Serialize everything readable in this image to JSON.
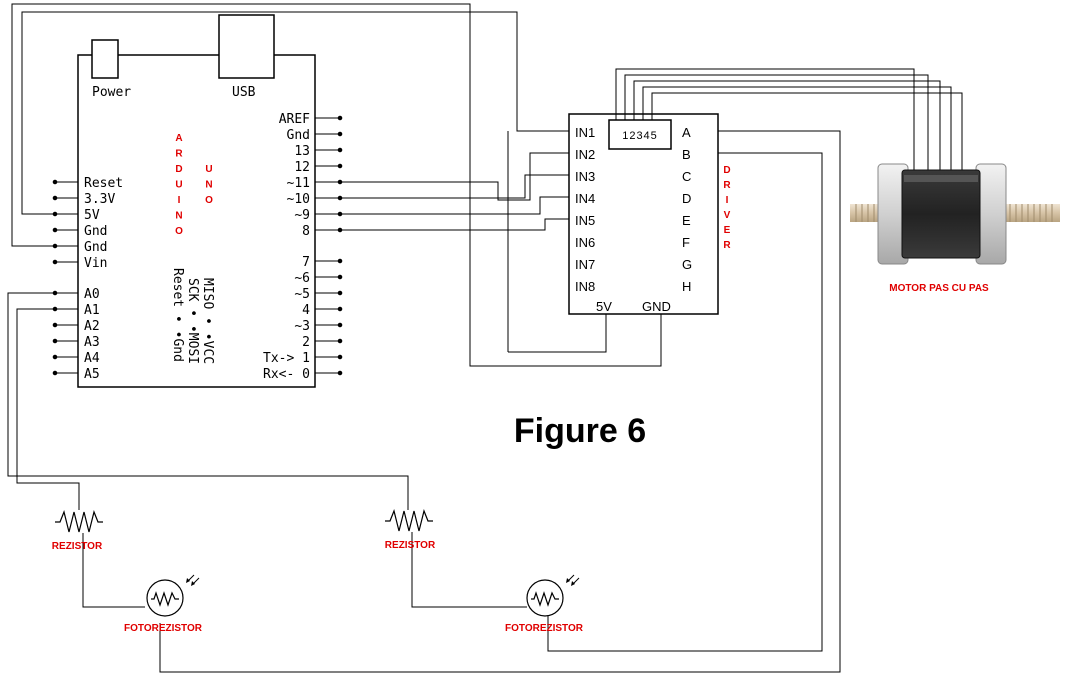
{
  "figure_title": "Figure 6",
  "arduino": {
    "power_label": "Power",
    "usb_label": "USB",
    "left_pins": [
      "Reset",
      "3.3V",
      "5V",
      "Gnd",
      "Gnd",
      "Vin"
    ],
    "analog_pins": [
      "A0",
      "A1",
      "A2",
      "A3",
      "A4",
      "A5"
    ],
    "right_pins": [
      "AREF",
      "Gnd",
      "13",
      "12",
      "~11",
      "~10",
      "~9",
      "8"
    ],
    "digital_pins": [
      "7",
      "~6",
      "~5",
      "4",
      "~3",
      "2",
      "Tx-> 1",
      "Rx<- 0"
    ],
    "vertical_label_1": "ARDUINO",
    "vertical_label_2": "UNO",
    "icsp_lines": [
      "Reset • •Gnd",
      "SCK • •MOSI",
      "MISO • •VCC"
    ]
  },
  "driver": {
    "inputs": [
      "IN1",
      "IN2",
      "IN3",
      "IN4",
      "IN5",
      "IN6",
      "IN7",
      "IN8"
    ],
    "outputs": [
      "A",
      "B",
      "C",
      "D",
      "E",
      "F",
      "G",
      "H"
    ],
    "connector_label": "12345",
    "power_5v": "5V",
    "gnd": "GND",
    "vertical_label": "DRIVER"
  },
  "motor_label": "MOTOR PAS CU PAS",
  "resistor_labels": [
    "REZISTOR",
    "REZISTOR"
  ],
  "photoresistor_labels": [
    "FOTOREZISTOR",
    "FOTOREZISTOR"
  ],
  "colors": {
    "line": "#000000",
    "red_label": "#e00000",
    "motor_body": "#2b2b2b",
    "motor_shaft": "#d8c7ae"
  }
}
